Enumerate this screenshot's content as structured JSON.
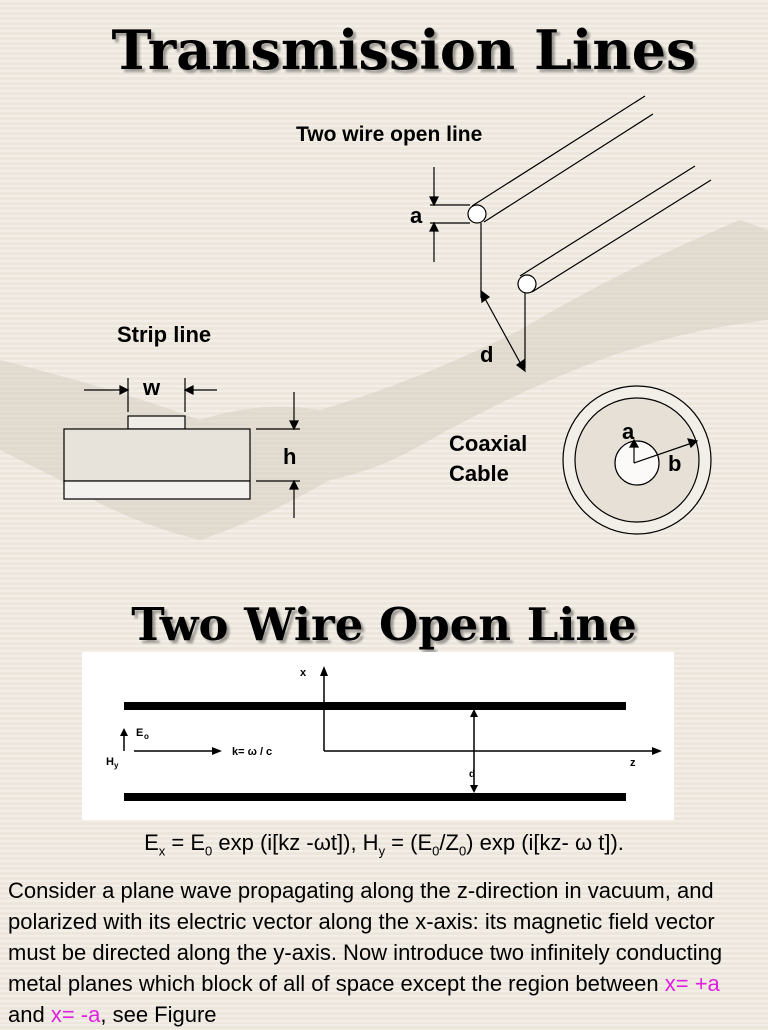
{
  "slide": {
    "title": "Transmission Lines",
    "subtitle": "Two Wire Open Line"
  },
  "diagram_top": {
    "two_wire_label": "Two wire open line",
    "label_a": "a",
    "label_d": "d",
    "strip_label": "Strip line",
    "label_w": "w",
    "label_h": "h",
    "coax_label_1": "Coaxial",
    "coax_label_2": "Cable",
    "coax_a": "a",
    "coax_b": "b"
  },
  "plot": {
    "x_axis": "x",
    "z_axis": "z",
    "e_label": "E",
    "e_sub": "o",
    "h_label": "H",
    "h_sub": "y",
    "k_label": "k= ω / c",
    "d_label": "d"
  },
  "equation": {
    "ex": "E",
    "ex_sub": "x",
    "eq1": " = E",
    "e0_sub": "0",
    "eq2": " exp (i[kz -ωt]), H",
    "hy_sub": "y",
    "eq3": " = (E",
    "e0b_sub": "0",
    "eq4": "/Z",
    "z0_sub": "0",
    "eq5": ") exp (i[kz- ω t])."
  },
  "body": {
    "p1": "Consider a plane wave propagating along the z-direction in vacuum, and polarized with its electric vector along the x-axis: its magnetic field vector must be directed along the y-axis. Now introduce two infinitely conducting metal planes which block of all of space except the region between ",
    "x_pos": "x= +a",
    "and": " and ",
    "x_neg": "x= -a",
    "p2": ", see Figure"
  },
  "colors": {
    "background": "#ece6dc",
    "highlight": "#e020e0"
  }
}
